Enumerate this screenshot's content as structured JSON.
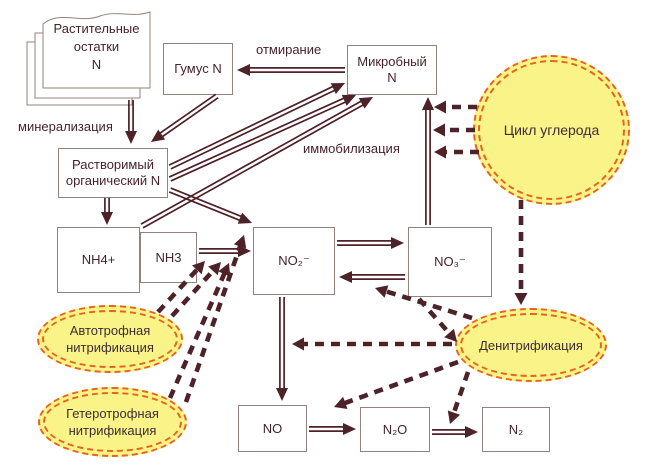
{
  "colors": {
    "arrow": "#4d2228",
    "box_border": "#94817d",
    "box_text": "#45232b",
    "highlight_fill": "#f9f388",
    "highlight_border": "#e8641e"
  },
  "nodes": {
    "plant_residues": {
      "lines": [
        "Растительные",
        "остатки",
        "N"
      ]
    },
    "humus": {
      "label": "Гумус N"
    },
    "microbial": {
      "lines": [
        "Микробный",
        "N"
      ]
    },
    "carbon_cycle": {
      "label": "Цикл углерода"
    },
    "soluble_organic": {
      "lines": [
        "Растворимый",
        "органический N"
      ]
    },
    "nh4": {
      "label": "NH4+"
    },
    "nh3": {
      "label": "NH3"
    },
    "no2": {
      "label": "NO₂⁻"
    },
    "no3": {
      "label": "NO₃⁻"
    },
    "autotrophic": {
      "lines": [
        "Автотрофная",
        "нитрификация"
      ]
    },
    "heterotrophic": {
      "lines": [
        "Гетеротрофная",
        "нитрификация"
      ]
    },
    "denitrification": {
      "label": "Денитрификация"
    },
    "no": {
      "label": "NO"
    },
    "n2o": {
      "label": "N₂O"
    },
    "n2": {
      "label": "N₂"
    }
  },
  "edge_labels": {
    "mineralization": "минерализация",
    "dying_off": "отмирание",
    "immobilization": "иммобилизация"
  }
}
